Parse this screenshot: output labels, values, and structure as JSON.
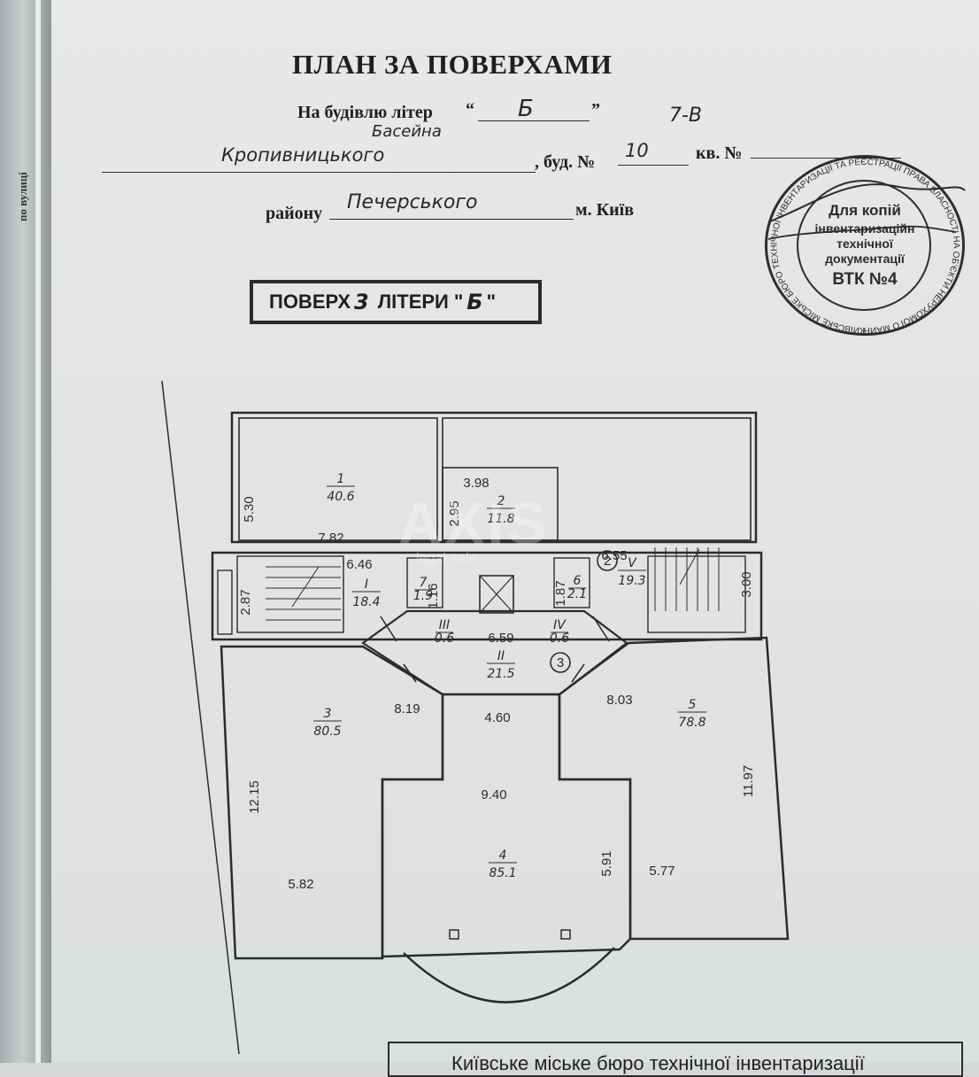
{
  "document": {
    "title": "ПЛАН ЗА ПОВЕРХАМИ",
    "building_label": "На будівлю літер",
    "building_letter": "Б",
    "street_handwritten_top": "Басейна",
    "street_handwritten": "Кропивницького",
    "street_suffix": ", буд. №",
    "building_no": "10",
    "building_no_extra": "7-В",
    "apartment_label": "кв. №",
    "street_side_label": "по вулиці",
    "district_label": "району",
    "district": "Печерського",
    "city": "м. Київ"
  },
  "floor_box": {
    "prefix": "ПОВЕРХ",
    "floor": "3",
    "middle": "ЛІТЕРИ",
    "letter": "Б"
  },
  "stamp": {
    "line1": "Для копій",
    "line2": "інвентаризаційн",
    "line3": "технічної",
    "line4": "документації",
    "line5": "ВТК №4",
    "ring_text": "КИЇВСЬКЕ МІСЬКЕ БЮРО ТЕХНІЧНОЇ ІНВЕНТАРИЗАЦІЇ ТА РЕЄСТРАЦІЇ ПРАВА ВЛАСНОСТІ НА ОБ'ЄКТИ НЕРУХОМОГО МАЙНА УКРАЇНА"
  },
  "watermark": {
    "main": "AXIS",
    "sub": "legal·sale"
  },
  "plan": {
    "rooms": [
      {
        "id": "1",
        "area": "40.6"
      },
      {
        "id": "2",
        "area": "11.8"
      },
      {
        "id": "3",
        "area": "80.5"
      },
      {
        "id": "4",
        "area": "85.1"
      },
      {
        "id": "5",
        "area": "78.8"
      },
      {
        "id": "6",
        "area": "2.1"
      },
      {
        "id": "7",
        "area": "1.9"
      },
      {
        "id": "I",
        "area": "18.4"
      },
      {
        "id": "II",
        "area": "21.5"
      },
      {
        "id": "III",
        "area": "0.6"
      },
      {
        "id": "IV",
        "area": "0.6"
      },
      {
        "id": "V",
        "area": "19.3"
      }
    ],
    "dimensions": [
      "5.30",
      "7.82",
      "3.98",
      "2.95",
      "6.46",
      "2.87",
      "1.16",
      "6.59",
      "6.55",
      "1.87",
      "3.00",
      "8.19",
      "4.60",
      "8.03",
      "12.15",
      "9.40",
      "5.91",
      "11.97",
      "5.82",
      "5.77"
    ],
    "markers": [
      "2",
      "3"
    ]
  },
  "bottom": {
    "text": "Київське міське бюро технічної інвентаризації"
  }
}
